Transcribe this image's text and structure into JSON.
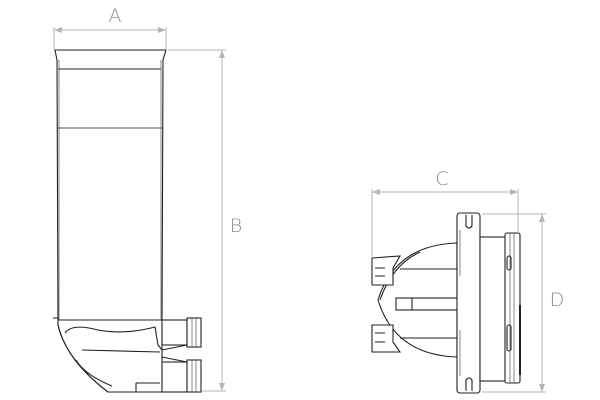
{
  "dimensions": {
    "a": "A",
    "b": "B",
    "c": "C",
    "d": "D"
  },
  "colors": {
    "dimension_lines": "#b5b5b5",
    "dimension_labels": "#8a8a8a",
    "outline": "#222222"
  }
}
